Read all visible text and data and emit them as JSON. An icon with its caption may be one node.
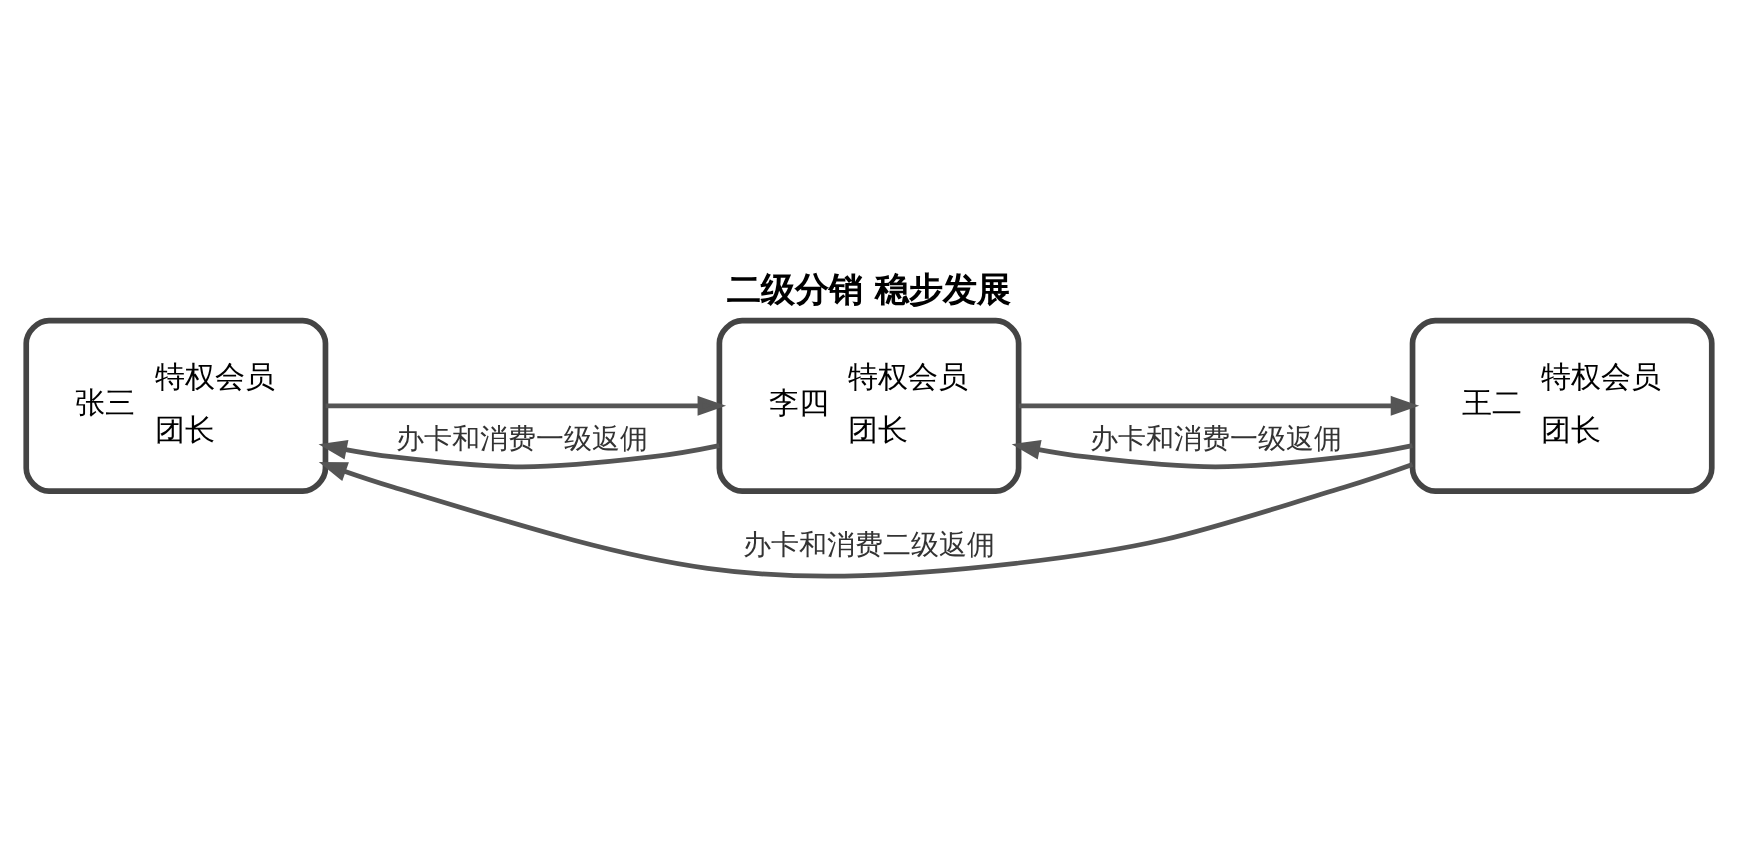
{
  "diagram": {
    "title": "二级分销 稳步发展",
    "nodes": [
      {
        "text": [
          "张三",
          "特权会员",
          "团长"
        ]
      },
      {
        "text": [
          "李四",
          "特权会员",
          "团长"
        ]
      },
      {
        "text": [
          "王二",
          "特权会员",
          "团长"
        ]
      }
    ],
    "edges": [
      {
        "from": 0,
        "to": 1,
        "arrow": "to"
      },
      {
        "from": 1,
        "to": 2,
        "arrow": "to"
      },
      {
        "from": 1,
        "to": 0,
        "arrow": "to",
        "label": "办卡和消费一级返佣"
      },
      {
        "from": 2,
        "to": 1,
        "arrow": "to",
        "label": "办卡和消费一级返佣"
      },
      {
        "from": 2,
        "to": 0,
        "arrow": "to",
        "label": "办卡和消费二级返佣"
      }
    ]
  }
}
